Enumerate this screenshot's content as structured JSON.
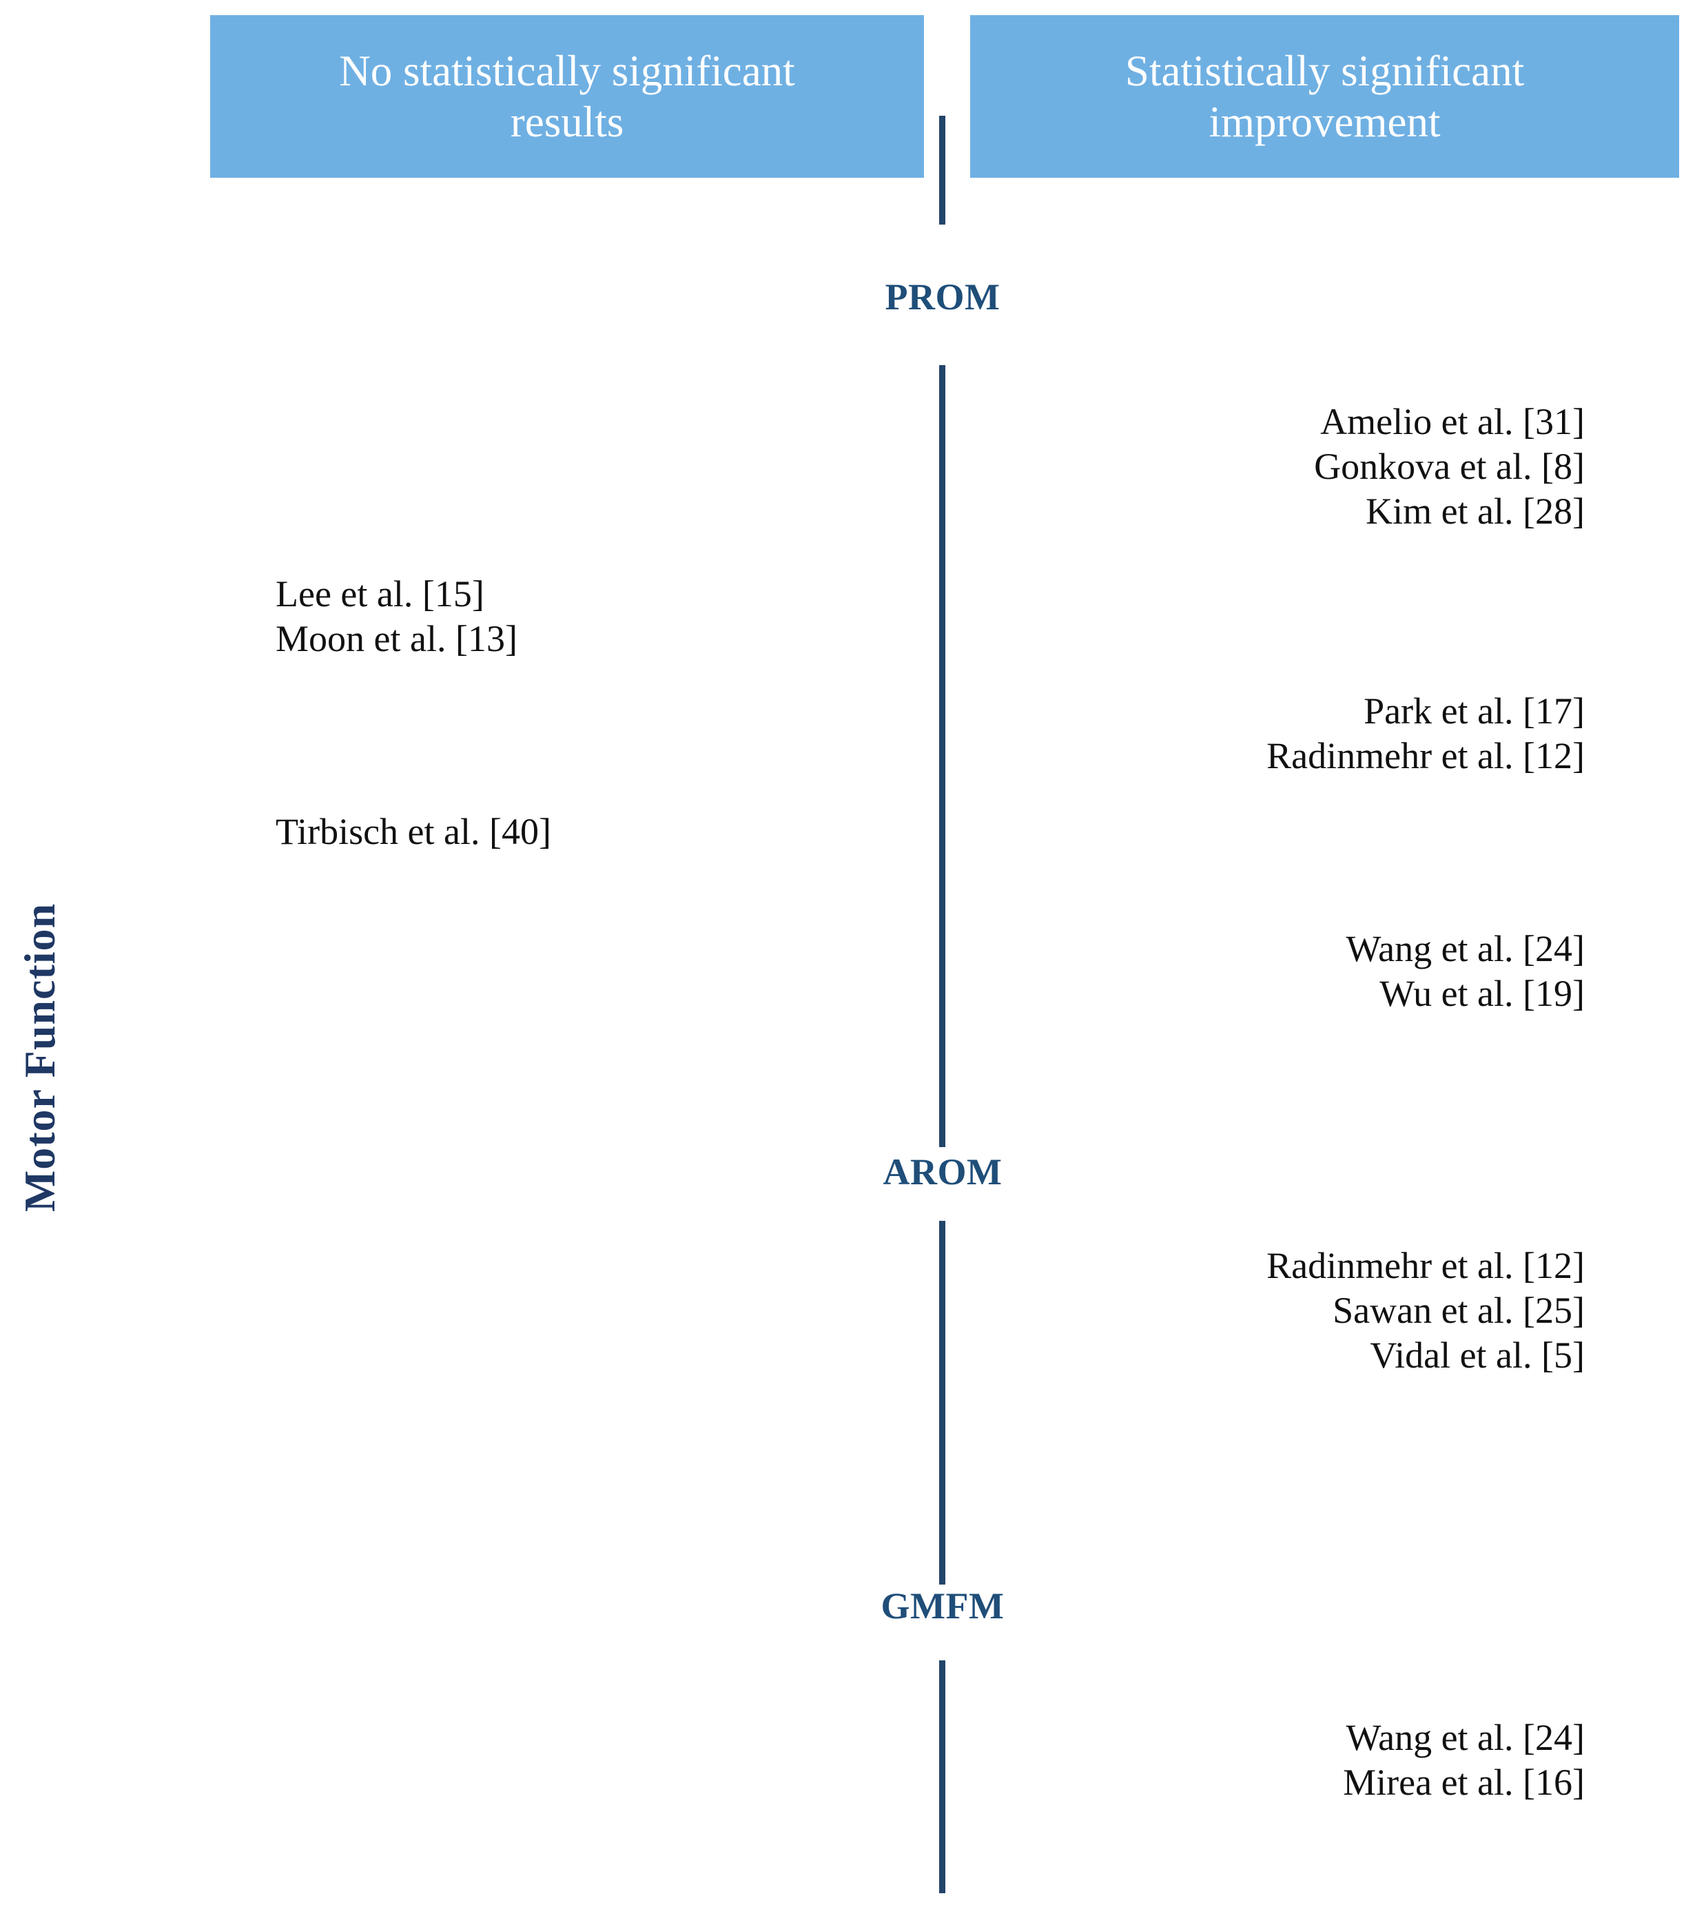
{
  "diagram": {
    "axis_title": "Motor Function",
    "columns": {
      "left_header": {
        "line1": "No statistically significant",
        "line2": "results"
      },
      "right_header": {
        "line1": "Statistically significant",
        "line2": "improvement"
      }
    },
    "sections": [
      {
        "key": "prom",
        "label": "PROM"
      },
      {
        "key": "arom",
        "label": "AROM"
      },
      {
        "key": "gmfm",
        "label": "GMFM"
      }
    ],
    "groups": {
      "prom_significant_a": [
        "Amelio et al. [31]",
        "Gonkova et al. [8]",
        "Kim et al. [28]"
      ],
      "prom_not_significant_a": [
        "Lee et al. [15]",
        "Moon et al. [13]"
      ],
      "prom_significant_b": [
        "Park et al. [17]",
        "Radinmehr et al. [12]"
      ],
      "prom_not_significant_b": [
        "Tirbisch et al. [40]"
      ],
      "prom_significant_c": [
        "Wang et al. [24]",
        "Wu et al. [19]"
      ],
      "arom_significant": [
        "Radinmehr et al. [12]",
        "Sawan et al. [25]",
        "Vidal et al.  [5]"
      ],
      "gmfm_significant": [
        "Wang et al. [24]",
        "Mirea et al. [16]"
      ]
    },
    "colors": {
      "header_fill": "#6FB0E3",
      "header_text": "#FFFFFF",
      "spine": "#23456B",
      "section_label": "#1F4E79",
      "axis_title": "#1F3864",
      "citation_text": "#111111",
      "background": "#FFFFFF"
    }
  }
}
